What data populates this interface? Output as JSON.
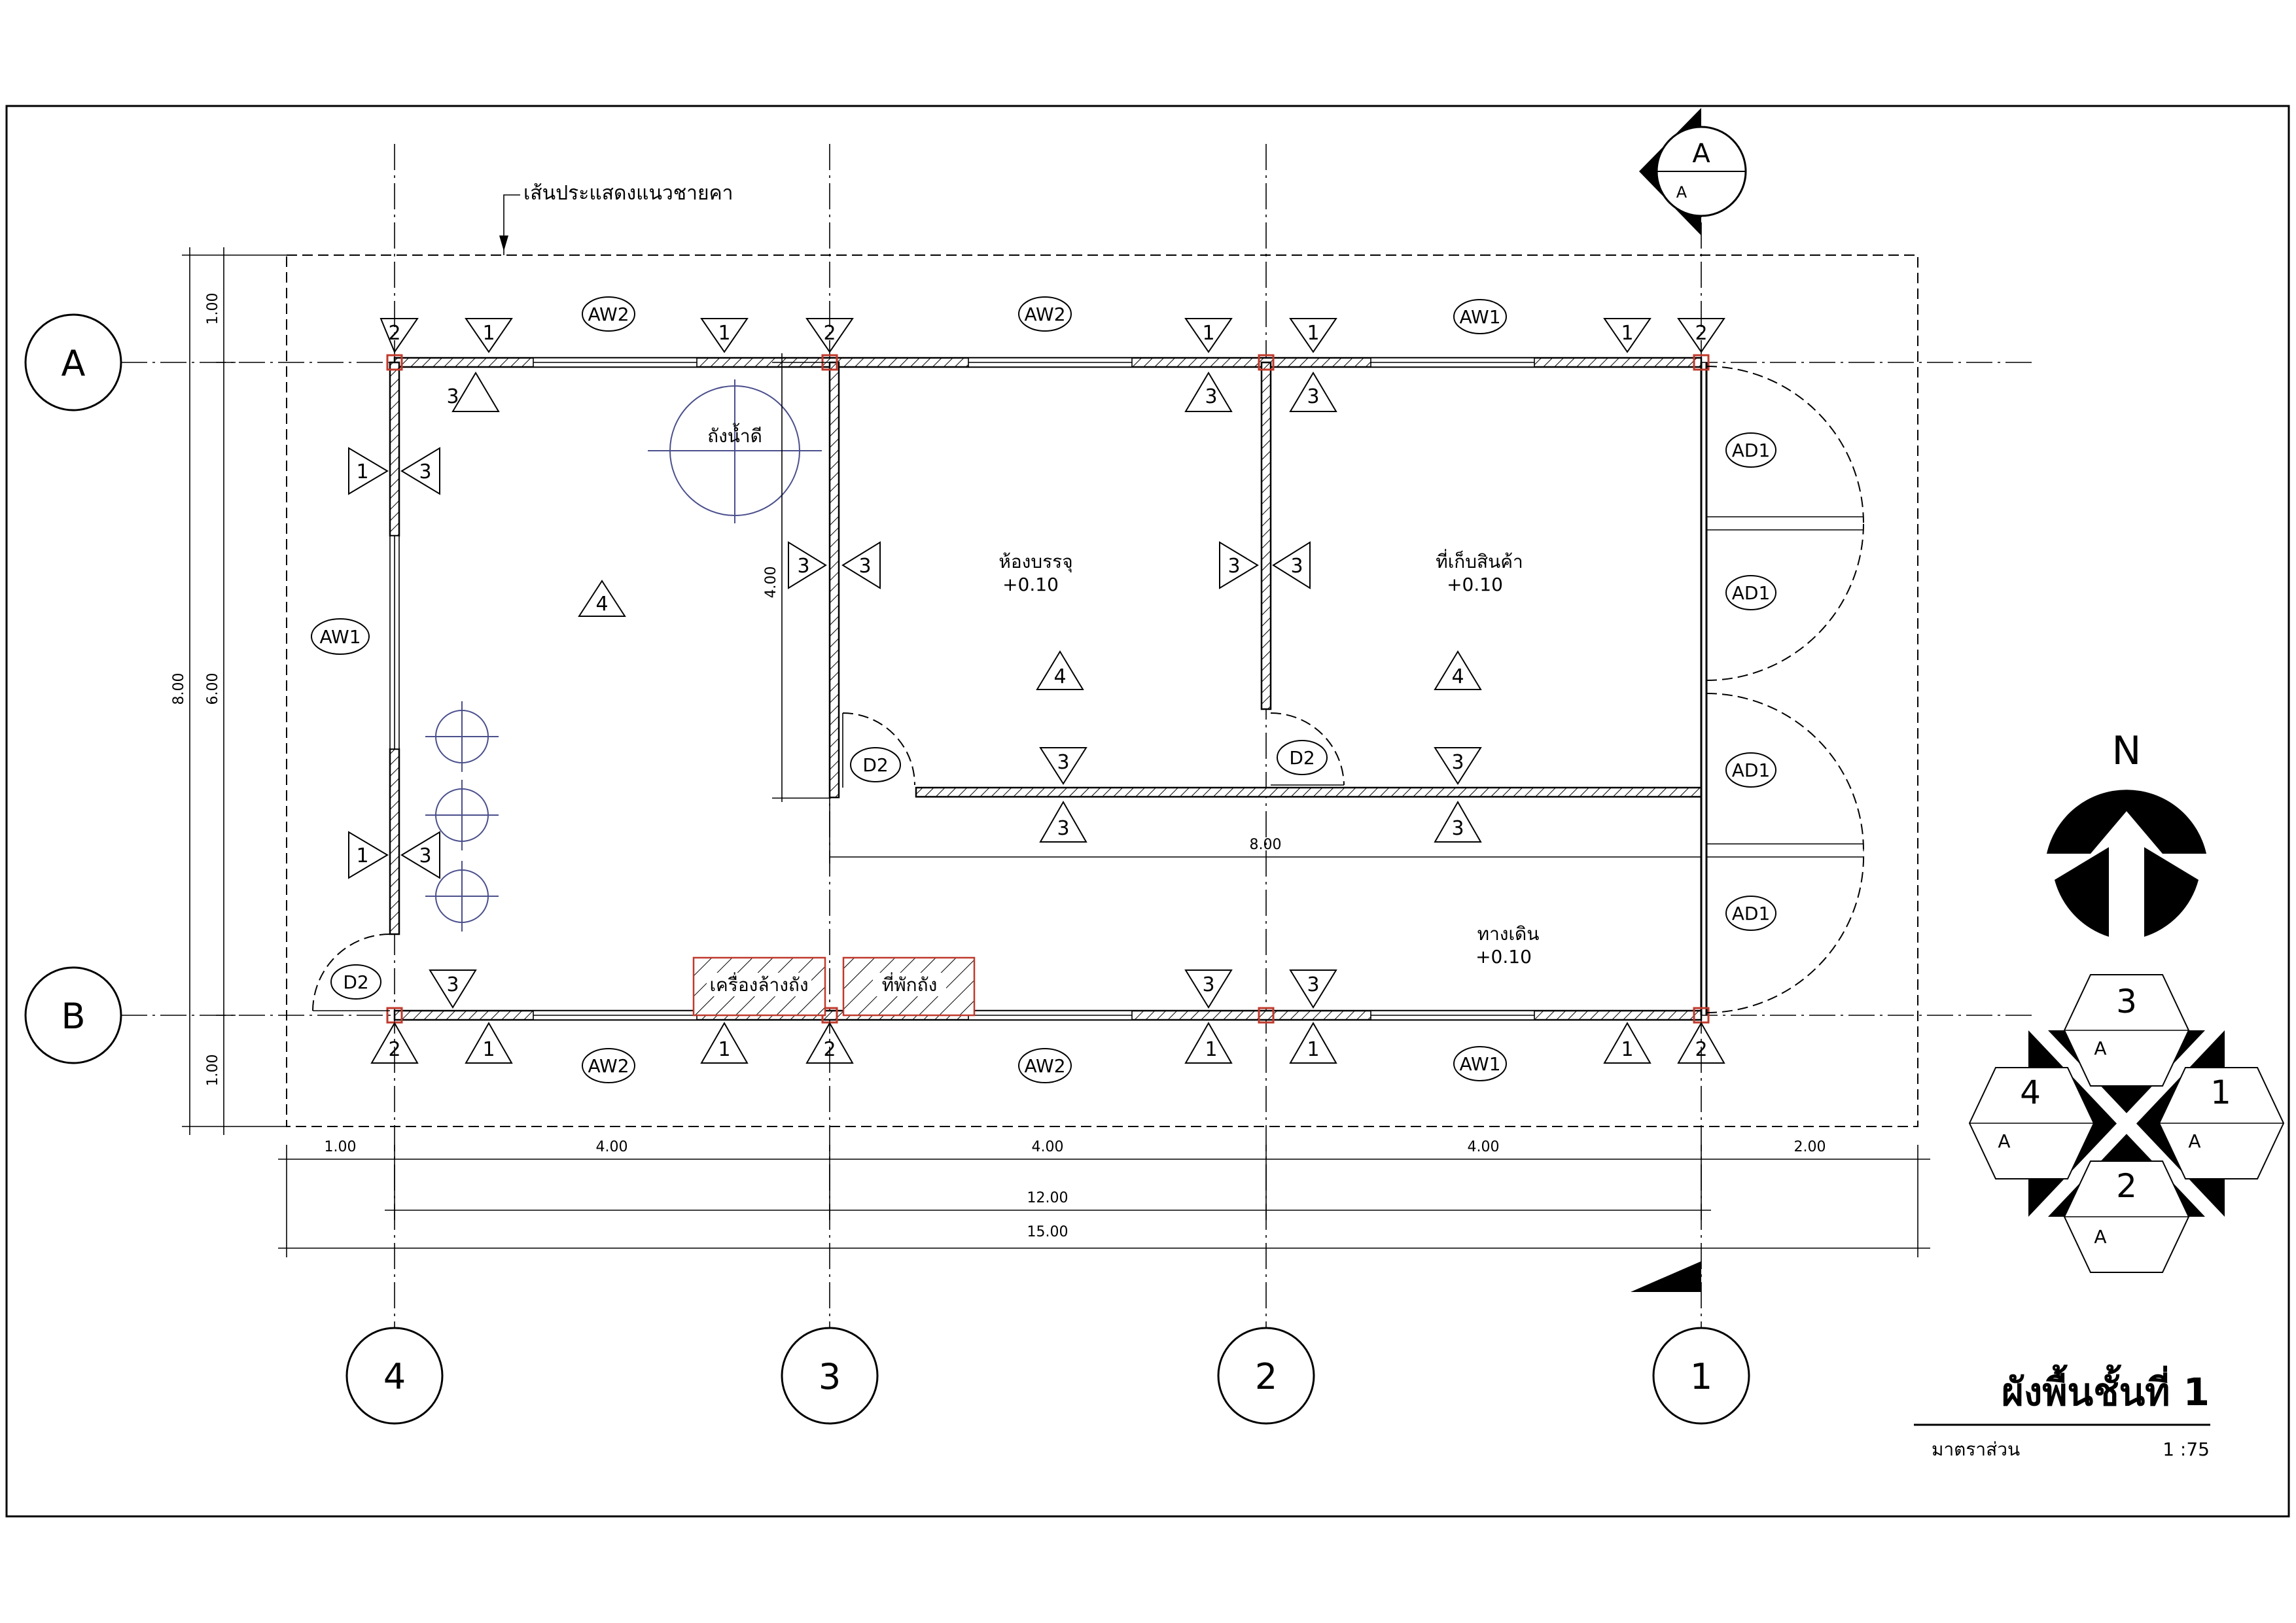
{
  "title_block": {
    "title": "ผังพื้นชั้นที่ 1",
    "scale_label": "มาตราส่วน",
    "scale_value": "1 :75"
  },
  "eave_note": "เส้นประแสดงแนวชายคา",
  "grid_rows": [
    "A",
    "B"
  ],
  "grid_cols": [
    "4",
    "3",
    "2",
    "1"
  ],
  "rooms": [
    {
      "name": "ห้องบรรจุ",
      "level": "+0.10"
    },
    {
      "name": "ที่เก็บสินค้า",
      "level": "+0.10"
    },
    {
      "name": "ทางเดิน",
      "level": "+0.10"
    }
  ],
  "fixtures": {
    "water_tank": "ถังน้ำดี",
    "washer": "เครื่องล้างถัง",
    "rest": "ที่พักถัง"
  },
  "dimensions": {
    "bottom_segments": [
      "1.00",
      "4.00",
      "4.00",
      "4.00",
      "2.00"
    ],
    "bottom_total_inner": "12.00",
    "bottom_total_outer": "15.00",
    "left_segments": [
      "1.00",
      "6.00",
      "1.00"
    ],
    "left_total": "8.00",
    "interior_height": "4.00",
    "interior_width": "8.00"
  },
  "door_tags": [
    "AD1",
    "AD1",
    "AD1",
    "AD1",
    "D2",
    "D2",
    "D2"
  ],
  "window_tags": [
    "AW2",
    "AW2",
    "AW1",
    "AW1",
    "AW2",
    "AW2",
    "AW1"
  ],
  "elevation_marks": [
    "1",
    "2",
    "3",
    "4"
  ],
  "section": {
    "label": "A",
    "sub": "A"
  },
  "key_plan": {
    "numbers": [
      "3",
      "4",
      "1",
      "2"
    ],
    "sub": "A"
  },
  "north": "N"
}
